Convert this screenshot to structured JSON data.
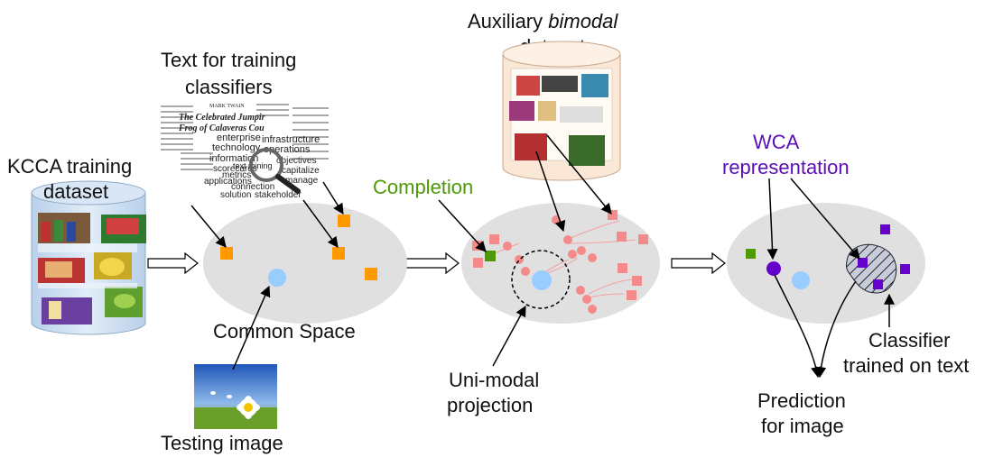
{
  "labels": {
    "kcca_line1": "KCCA training",
    "kcca_line2": "dataset",
    "text_line1": "Text for training",
    "text_line2": "classifiers",
    "aux_line1_a": "Auxiliary ",
    "aux_line1_b": "bimodal",
    "aux_line2": "dataset",
    "completion": "Completion",
    "wca_line1": "WCA",
    "wca_line2": "representation",
    "common_space": "Common Space",
    "testing_image": "Testing image",
    "unimodal_line1": "Uni-modal",
    "unimodal_line2": "projection",
    "classifier_line1": "Classifier",
    "classifier_line2": "trained on text",
    "prediction_line1": "Prediction",
    "prediction_line2": "for image"
  },
  "newspaper": {
    "masthead": "MARK TWAIN",
    "headline1": "The Celebrated Jumpir",
    "headline2": "Frog of Calaveras Cou",
    "words": [
      "enterprise",
      "infrastructure",
      "technology",
      "operations",
      "information",
      "scorecards",
      "objectives",
      "text mining",
      "capitalize",
      "applications",
      "metrics",
      "manage",
      "connection",
      "solution",
      "stakeholder"
    ]
  },
  "colors": {
    "text_points": "#ff9900",
    "image_point": "#99ccff",
    "projection_points": "#f48a8a",
    "completion_point": "#4e9a06",
    "wca_point": "#6600cc",
    "space_fill": "#e0e0e0",
    "cylinder_fill": "#cfe0f3"
  }
}
